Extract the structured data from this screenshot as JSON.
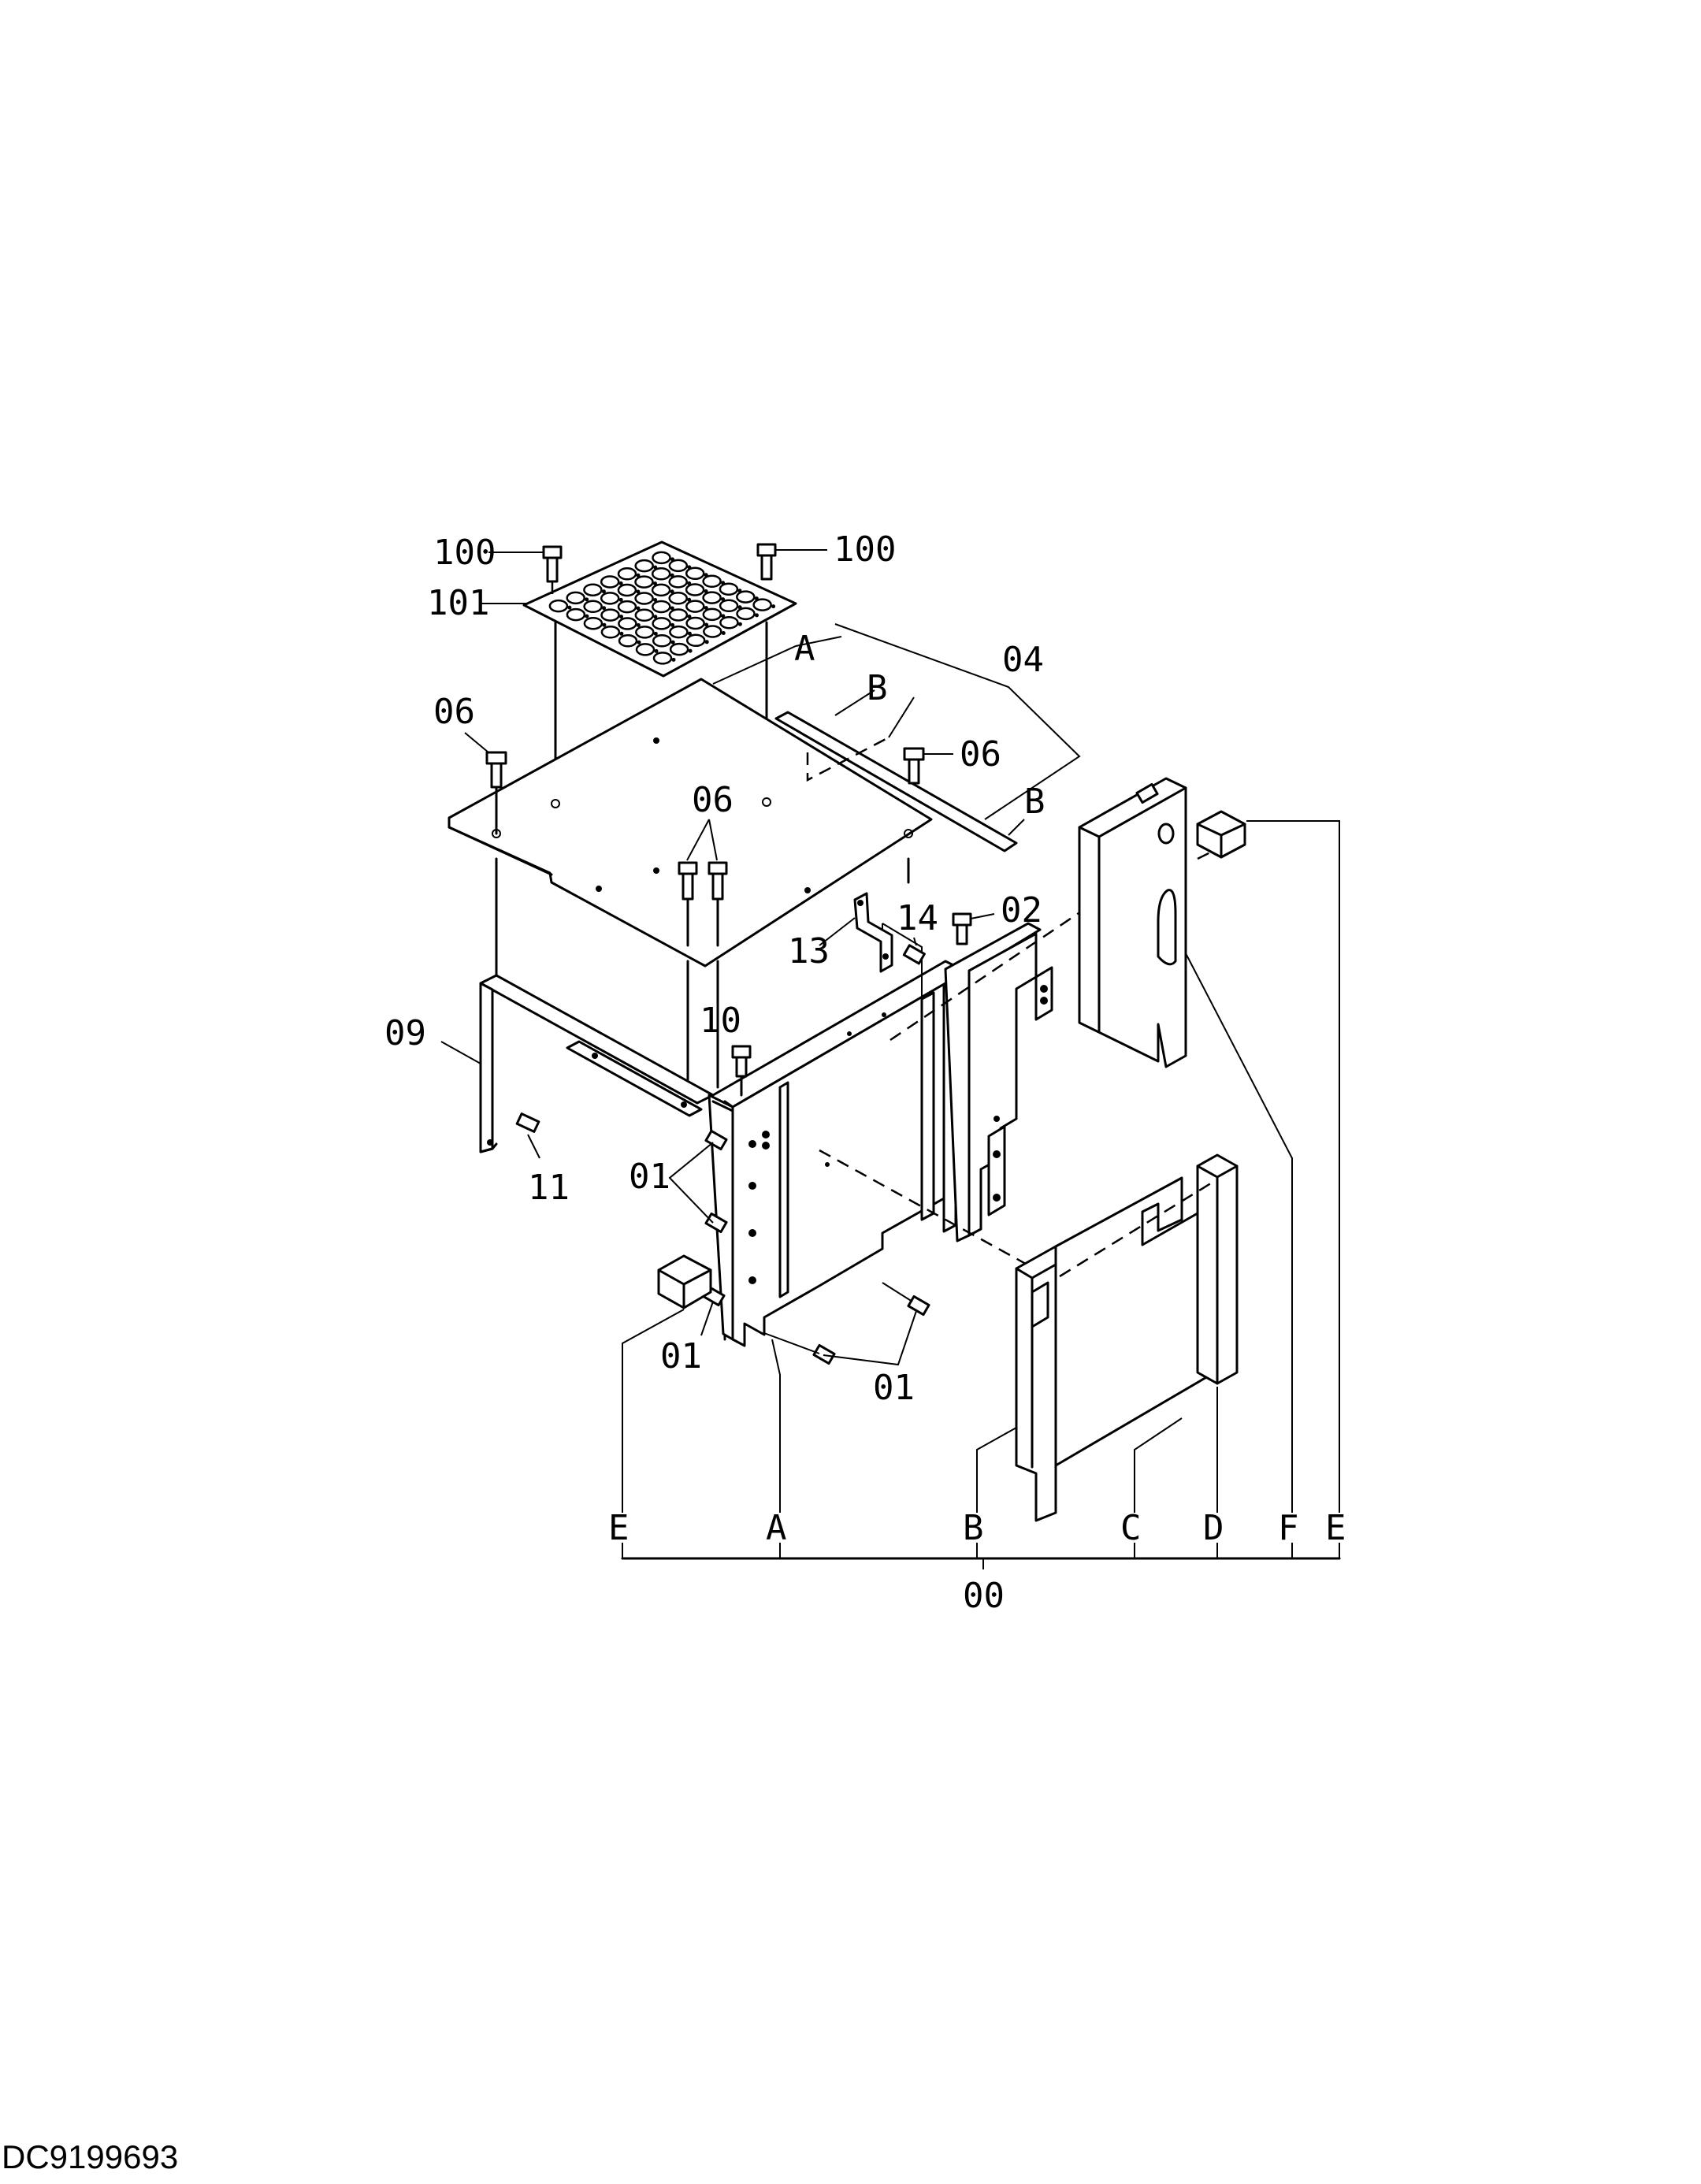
{
  "drawing_code": "DC9199693",
  "callouts": {
    "p100_left": "100",
    "p100_right": "100",
    "p101": "101",
    "p06_a": "06",
    "p06_b": "06",
    "p06_c": "06",
    "p04": "04",
    "p02": "02",
    "p13": "13",
    "p14": "14",
    "p10": "10",
    "p09": "09",
    "p11": "11",
    "p01_a": "01",
    "p01_b": "01",
    "p01_c": "01",
    "p00": "00"
  },
  "reference_letters": {
    "top_A": "A",
    "top_B1": "B",
    "top_B2": "B",
    "bottom_E1": "E",
    "bottom_A": "A",
    "bottom_B": "B",
    "bottom_C": "C",
    "bottom_D": "D",
    "bottom_F": "F",
    "bottom_E2": "E"
  }
}
